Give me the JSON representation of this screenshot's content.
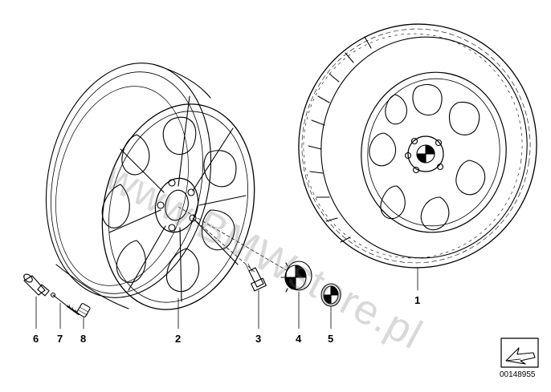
{
  "watermark": "www.BMWstore.pl",
  "diagram_id": "00148955",
  "callouts": {
    "p1": "1",
    "p2": "2",
    "p3": "3",
    "p4": "4",
    "p5": "5",
    "p6": "6",
    "p7": "7",
    "p8": "8"
  },
  "icons": {
    "next_page": "arrow-box-icon"
  }
}
